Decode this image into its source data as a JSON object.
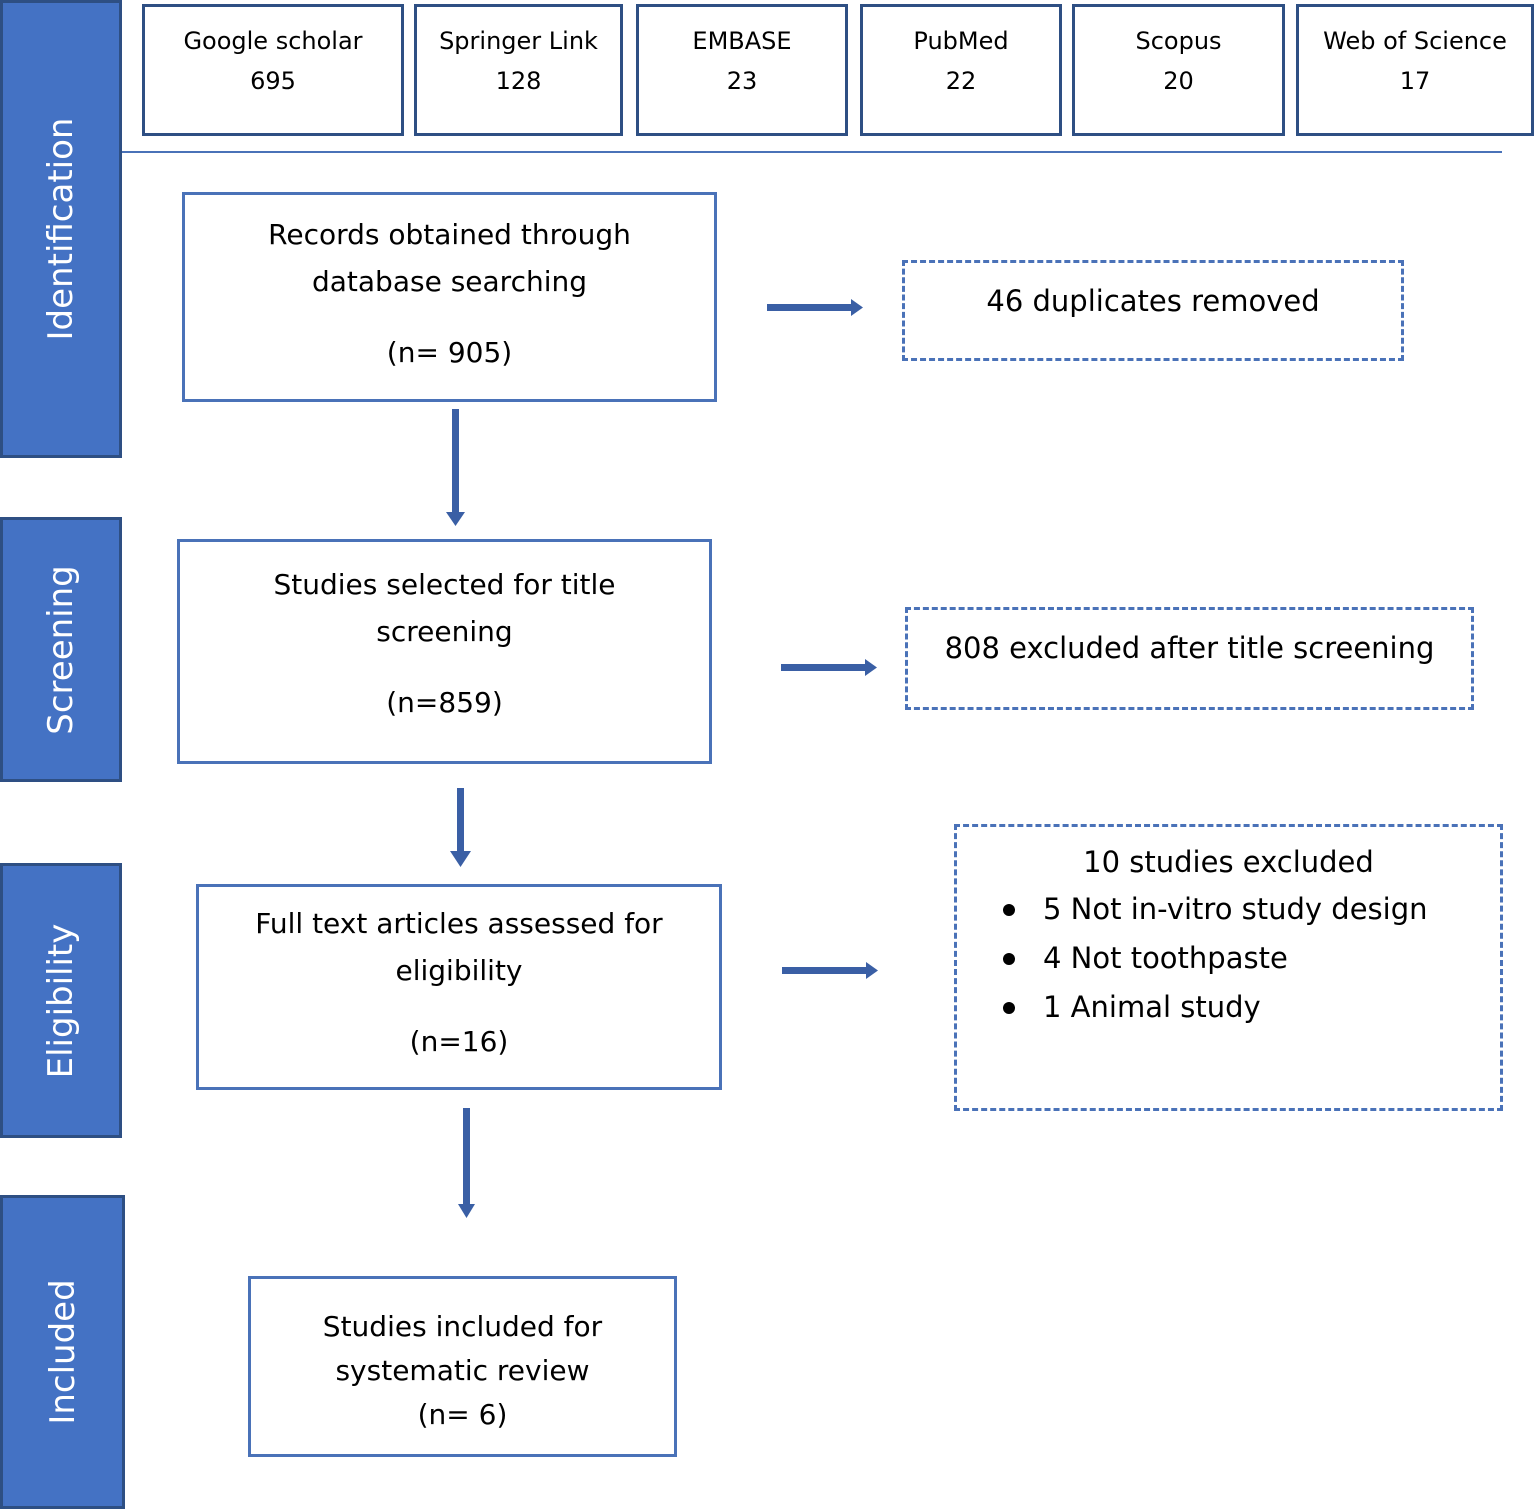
{
  "stages": {
    "identification": "Identification",
    "screening": "Screening",
    "eligibility": "Eligibility",
    "included": "Included"
  },
  "databases": [
    {
      "name": "Google scholar",
      "count": "695"
    },
    {
      "name": "Springer Link",
      "count": "128"
    },
    {
      "name": "EMBASE",
      "count": "23"
    },
    {
      "name": "PubMed",
      "count": "22"
    },
    {
      "name": "Scopus",
      "count": "20"
    },
    {
      "name": "Web of Science",
      "count": "17"
    }
  ],
  "flow": {
    "records": {
      "line1": "Records obtained through",
      "line2": "database searching",
      "n": "(n= 905)"
    },
    "screening": {
      "line1": "Studies selected for title",
      "line2": "screening",
      "n": "(n=859)"
    },
    "eligibility": {
      "line1": "Full text articles assessed for",
      "line2": "eligibility",
      "n": "(n=16)"
    },
    "included": {
      "line1": "Studies included for",
      "line2": "systematic review",
      "n": "(n= 6)"
    }
  },
  "exclusions": {
    "duplicates": "46 duplicates removed",
    "title": "808 excluded after title screening",
    "fulltext": {
      "heading": "10 studies excluded",
      "items": [
        "5 Not in-vitro study design",
        "4 Not toothpaste",
        "1 Animal study"
      ]
    }
  },
  "colors": {
    "stage_fill": "#4472c4",
    "border": "#4a72b8",
    "arrow": "#3a5fa5"
  }
}
